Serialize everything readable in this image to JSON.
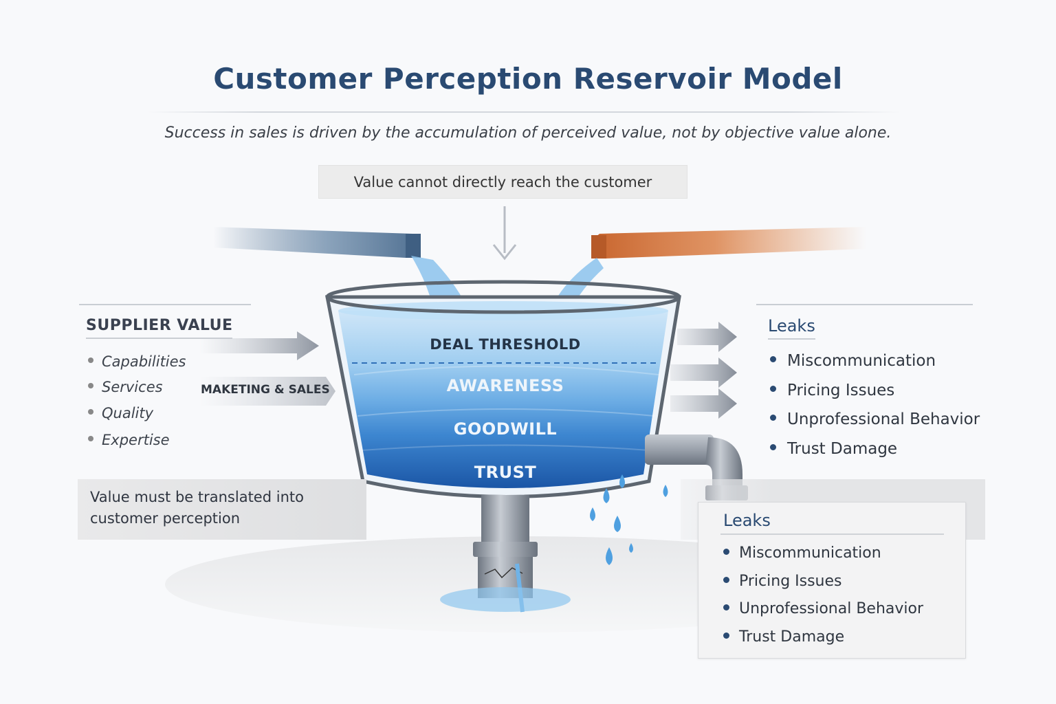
{
  "title": "Customer Perception Reservoir Model",
  "subtitle": "Success in sales is driven by the accumulation of perceived value, not by objective value alone.",
  "callout_top": "Value cannot directly reach the customer",
  "supplier_value": {
    "heading": "SUPPLIER VALUE",
    "items": [
      "Capabilities",
      "Services",
      "Quality",
      "Expertise"
    ]
  },
  "marketing_label": "MAKETING & SALES",
  "translation_note": [
    "Value must be translated into",
    "customer perception"
  ],
  "reservoir": {
    "threshold_label": "DEAL THRESHOLD",
    "layers": [
      "AWARENESS",
      "GOODWILL",
      "TRUST"
    ]
  },
  "leaks_primary": {
    "heading": "Leaks",
    "items": [
      "Miscommunication",
      "Pricing Issues",
      "Unprofessional Behavior",
      "Trust Damage"
    ]
  },
  "leaks_secondary": {
    "heading": "Leaks",
    "items": [
      "Miscommunication",
      "Pricing Issues",
      "Unprofessional Behavior",
      "Trust Damage"
    ]
  },
  "colors": {
    "title": "#2a4a72",
    "pipe_left": "#4f6f91",
    "pipe_right": "#c8652e",
    "water_light": "#9fcdf0",
    "water_mid": "#4d93d6",
    "water_deep": "#1f5fb0"
  }
}
